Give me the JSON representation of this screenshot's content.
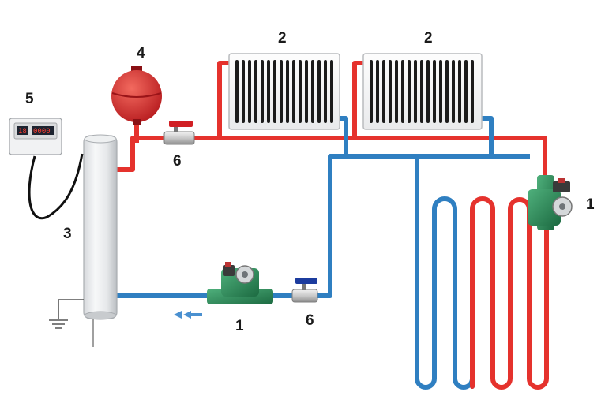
{
  "labels": {
    "radiator_left": "2",
    "radiator_right": "2",
    "pump_right": "1",
    "pump_bottom": "1",
    "heater": "3",
    "expansion_tank": "4",
    "controller": "5",
    "valve_top": "6",
    "valve_bottom": "6"
  },
  "controller_display": {
    "left": "18",
    "right": "0000"
  },
  "colors": {
    "hot_pipe": "#e5322d",
    "cold_pipe": "#2f7fc1",
    "tank": "#d7262a",
    "valve_top_handle": "#d11f24",
    "valve_bottom_handle": "#1c3c9e",
    "pump_body": "#2a8c5b"
  }
}
